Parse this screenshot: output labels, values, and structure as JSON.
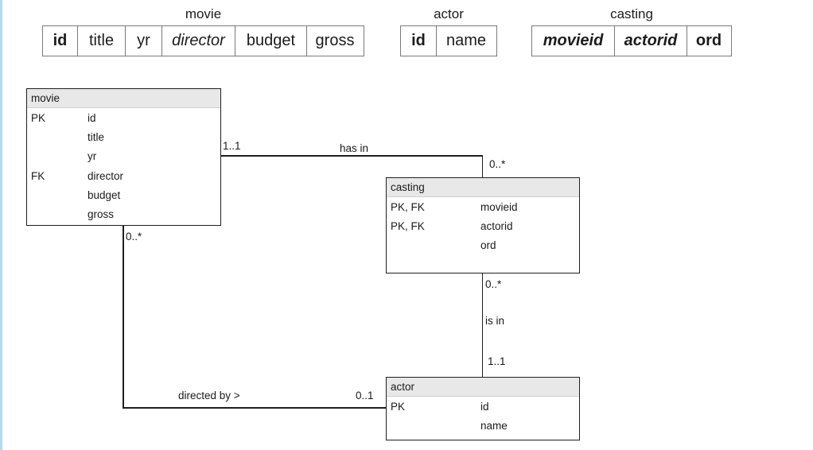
{
  "page": {
    "background": "#ffffff",
    "accent_bar_color": "#b5d9ee"
  },
  "colors": {
    "entity_header_bg": "#e8e8e8",
    "entity_border": "#1f1f1f",
    "schema_table_border": "#7a7a7a",
    "relationship_line": "#1f1f1f",
    "text": "#1a1a1a"
  },
  "schema_tables": [
    {
      "title": "movie",
      "columns": [
        {
          "label": "id",
          "emphasis": "bold"
        },
        {
          "label": "title",
          "emphasis": "normal"
        },
        {
          "label": "yr",
          "emphasis": "normal"
        },
        {
          "label": "director",
          "emphasis": "italic"
        },
        {
          "label": "budget",
          "emphasis": "normal"
        },
        {
          "label": "gross",
          "emphasis": "normal"
        }
      ]
    },
    {
      "title": "actor",
      "columns": [
        {
          "label": "id",
          "emphasis": "bold"
        },
        {
          "label": "name",
          "emphasis": "normal"
        }
      ]
    },
    {
      "title": "casting",
      "columns": [
        {
          "label": "movieid",
          "emphasis": "bold-italic"
        },
        {
          "label": "actorid",
          "emphasis": "bold-italic"
        },
        {
          "label": "ord",
          "emphasis": "bold"
        }
      ]
    }
  ],
  "entities": [
    {
      "name": "movie",
      "rows": [
        {
          "key": "PK",
          "attr": "id"
        },
        {
          "key": "",
          "attr": "title"
        },
        {
          "key": "",
          "attr": "yr"
        },
        {
          "key": "FK",
          "attr": "director"
        },
        {
          "key": "",
          "attr": "budget"
        },
        {
          "key": "",
          "attr": "gross"
        }
      ]
    },
    {
      "name": "casting",
      "rows": [
        {
          "key": "PK, FK",
          "attr": "movieid"
        },
        {
          "key": "PK, FK",
          "attr": "actorid"
        },
        {
          "key": "",
          "attr": "ord"
        }
      ]
    },
    {
      "name": "actor",
      "rows": [
        {
          "key": "PK",
          "attr": "id"
        },
        {
          "key": "",
          "attr": "name"
        }
      ]
    }
  ],
  "relationships": [
    {
      "label": "has in",
      "from_entity": "movie",
      "to_entity": "casting",
      "from_cardinality": "1..1",
      "to_cardinality": "0..*"
    },
    {
      "label": "is in",
      "from_entity": "casting",
      "to_entity": "actor",
      "from_cardinality": "0..*",
      "to_cardinality": "1..1"
    },
    {
      "label": "directed by >",
      "from_entity": "movie",
      "to_entity": "actor",
      "from_cardinality": "0..*",
      "to_cardinality": "0..1"
    }
  ]
}
